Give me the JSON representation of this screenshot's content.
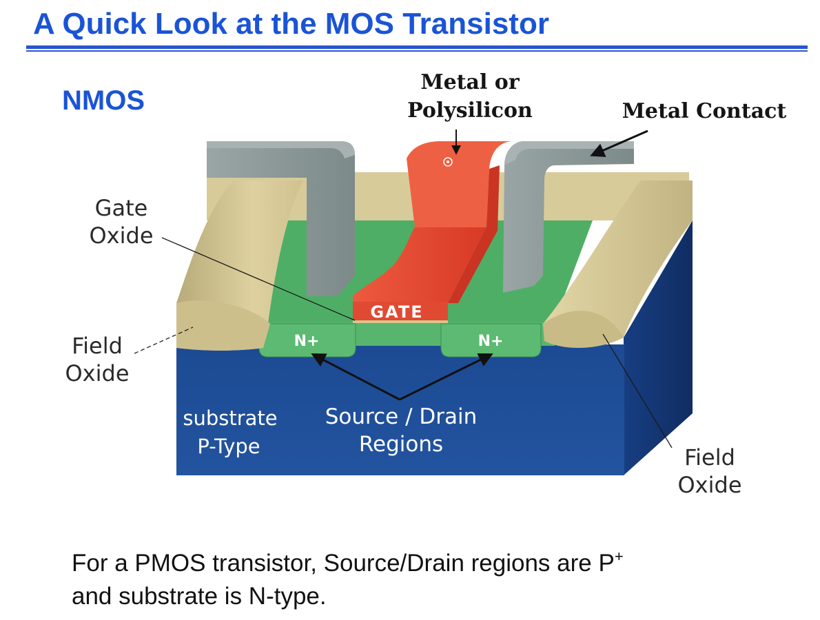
{
  "slide": {
    "title": "A Quick Look at the MOS Transistor",
    "subtitle": "NMOS"
  },
  "diagram": {
    "labels": {
      "metal_or_poly_line1": "Metal or",
      "metal_or_poly_line2": "Polysilicon",
      "metal_contact": "Metal Contact",
      "gate_oxide_line1": "Gate",
      "gate_oxide_line2": "Oxide",
      "field_oxide_left_line1": "Field",
      "field_oxide_left_line2": "Oxide",
      "field_oxide_right_line1": "Field",
      "field_oxide_right_line2": "Oxide",
      "gate": "GATE",
      "source_region": "N+",
      "drain_region": "N+",
      "substrate_line1": "substrate",
      "substrate_line2": "P-Type",
      "source_drain_line1": "Source / Drain",
      "source_drain_line2": "Regions"
    },
    "colors": {
      "substrate": "#1e4c94",
      "substrate_side": "#12306a",
      "field_oxide": "#dccf9e",
      "active_area": "#55b36b",
      "n_plus": "#5cba72",
      "gate": "#e5422e",
      "metal": "#8c9898"
    }
  },
  "note": {
    "text_before": "For a PMOS transistor, Source/Drain regions are P",
    "superscript": "+",
    "text_after": "and substrate is N-type."
  }
}
